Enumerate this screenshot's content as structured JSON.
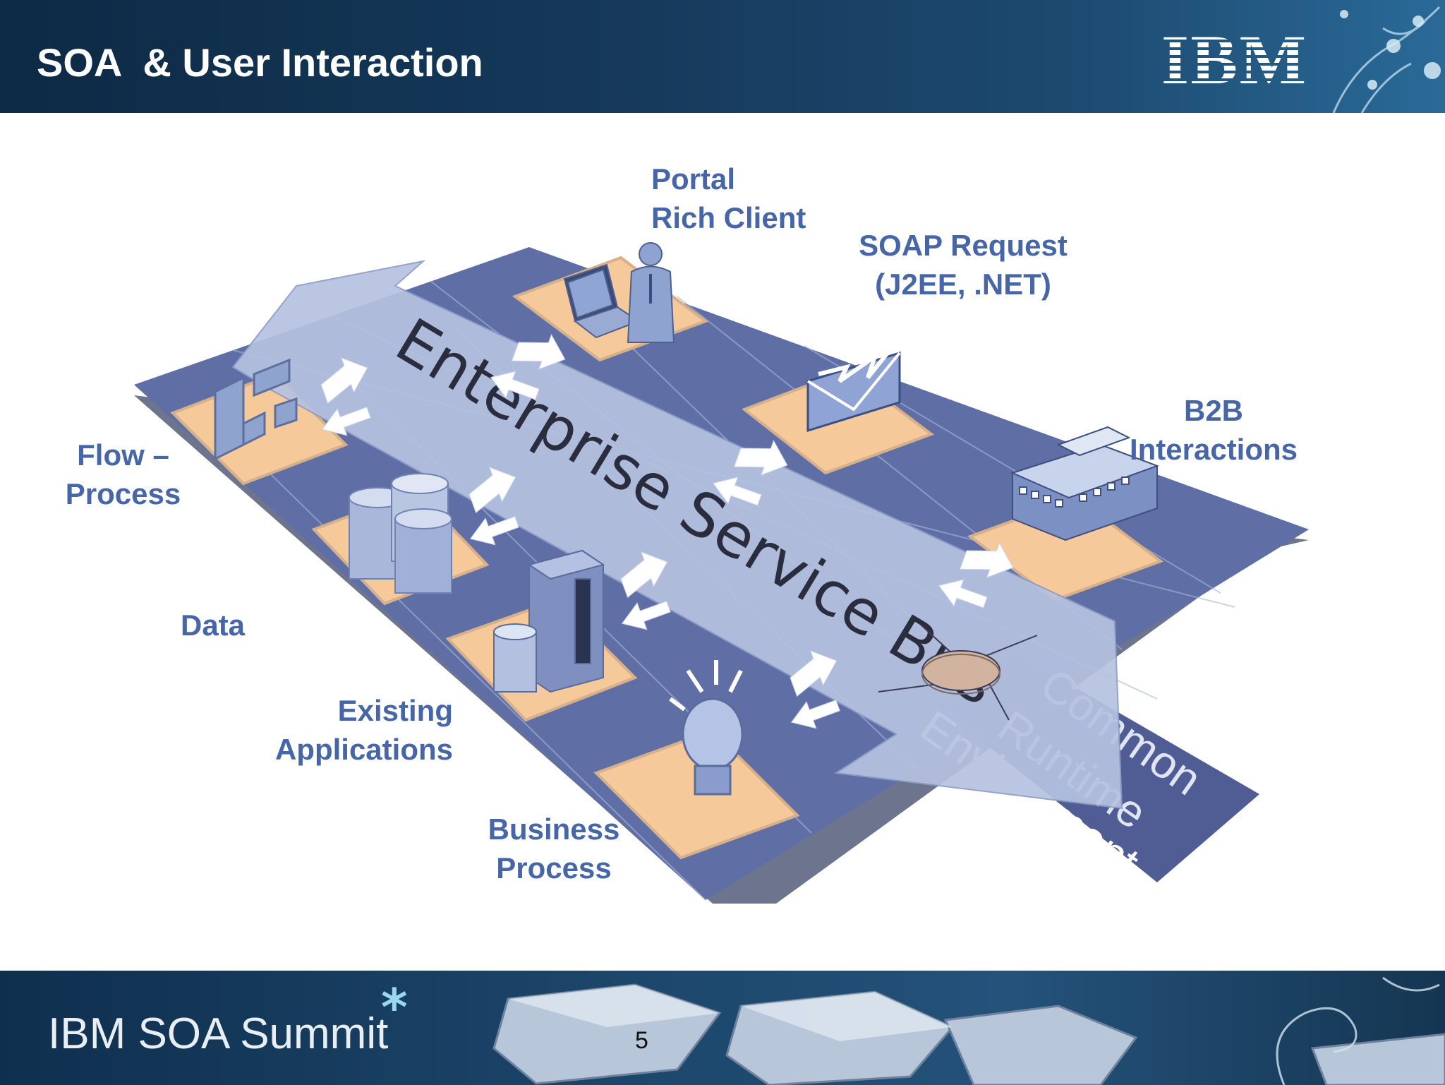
{
  "slide": {
    "title": "SOA  & User Interaction",
    "page_number": "5"
  },
  "logo": {
    "text": "IBM"
  },
  "footer": {
    "brand": "IBM SOA Summit",
    "star": "*"
  },
  "diagram": {
    "bus_label": "Enterprise Service Bus",
    "runtime_label": [
      "Common",
      "Runtime",
      "Environment"
    ],
    "labels": {
      "portal": [
        "Portal",
        "Rich Client"
      ],
      "soap": [
        "SOAP Request",
        "(J2EE, .NET)"
      ],
      "b2b": [
        "B2B",
        "Interactions"
      ],
      "flow": [
        "Flow –",
        "Process"
      ],
      "data": "Data",
      "existing": [
        "Existing",
        "Applications"
      ],
      "business": [
        "Business",
        "Process"
      ]
    },
    "icons": [
      "portal-user-icon",
      "envelope-icon",
      "factory-icon",
      "flow-process-icon",
      "database-icon",
      "server-icon",
      "lightbulb-icon",
      "runtime-hub-icon"
    ]
  },
  "colors": {
    "label": "#4766a8",
    "tile": "#5f6fa6",
    "bus": "#a9b7d9",
    "pad": "#f6c99a",
    "header": "#163a5c"
  }
}
